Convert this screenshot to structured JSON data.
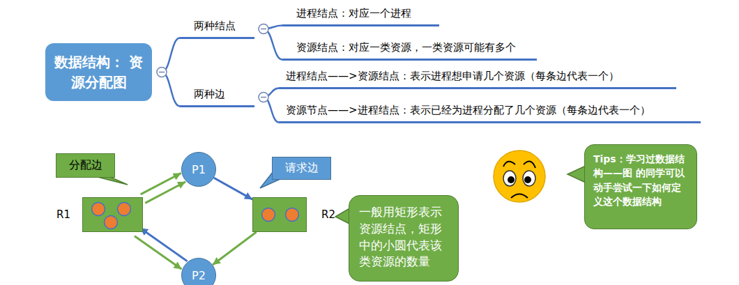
{
  "diagram": {
    "nodes": [
      {
        "text": [
          "数据结构： 资源分配图"
        ]
      },
      {
        "text": [
          "两种结点"
        ]
      },
      {
        "text": [
          "进程结点：对应一个进程"
        ]
      },
      {
        "text": [
          "资源结点：对应一类资源，一类资源可能有多个"
        ]
      },
      {
        "text": [
          "两种边"
        ]
      },
      {
        "text": [
          "进程结点——>资源结点：表示进程想申请几个资源（每条边代表一个）"
        ]
      },
      {
        "text": [
          "资源节点——>进程结点：表示已经为进程分配了几个资源（每条边代表一个）"
        ]
      },
      {
        "text": [
          "分配边"
        ]
      },
      {
        "text": [
          "P1"
        ]
      },
      {
        "text": [
          "请求边"
        ]
      },
      {
        "text": [
          "R1"
        ]
      },
      {
        "text": [
          "R2"
        ]
      },
      {
        "text": [
          "一般用矩形表示资源结点，矩形中的小圆代表该类资源的数量"
        ]
      },
      {
        "text": [
          "Tips：学习过数据结构——图 的同学可以动手尝试一下如何定义这个数据结构"
        ]
      },
      {
        "text": [
          "P2"
        ]
      }
    ],
    "edges": [
      {
        "from": 0,
        "to": 1,
        "arrow": "none"
      },
      {
        "from": 0,
        "to": 4,
        "arrow": "none"
      },
      {
        "from": 1,
        "to": 2,
        "arrow": "none"
      },
      {
        "from": 1,
        "to": 3,
        "arrow": "none"
      },
      {
        "from": 4,
        "to": 5,
        "arrow": "none"
      },
      {
        "from": 4,
        "to": 6,
        "arrow": "none"
      },
      {
        "from": 10,
        "to": 8,
        "arrow": "to"
      },
      {
        "from": 10,
        "to": 8,
        "arrow": "to"
      },
      {
        "from": 8,
        "to": 11,
        "arrow": "to"
      },
      {
        "from": 14,
        "to": 10,
        "arrow": "to"
      },
      {
        "from": 10,
        "to": 14,
        "arrow": "to"
      },
      {
        "from": 11,
        "to": 14,
        "arrow": "to"
      }
    ]
  }
}
